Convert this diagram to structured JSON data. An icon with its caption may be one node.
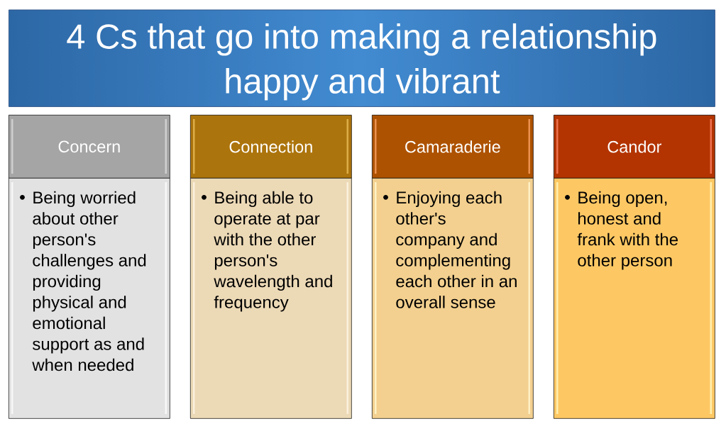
{
  "diagram": {
    "nodes": [
      {
        "text": [
          "4 Cs that go into making a relationship happy and vibrant"
        ]
      },
      {
        "text": [
          "Concern"
        ]
      },
      {
        "text": [
          "Being worried about other person's challenges and providing physical and emotional support as and when needed"
        ]
      },
      {
        "text": [
          "Connection"
        ]
      },
      {
        "text": [
          "Being able to operate at par with the other person's wavelength and frequency"
        ]
      },
      {
        "text": [
          "Camaraderie"
        ]
      },
      {
        "text": [
          "Enjoying each other's company and complementing each other in an overall sense"
        ]
      },
      {
        "text": [
          "Candor"
        ]
      },
      {
        "text": [
          "Being open, honest and frank with the other person"
        ]
      }
    ]
  }
}
